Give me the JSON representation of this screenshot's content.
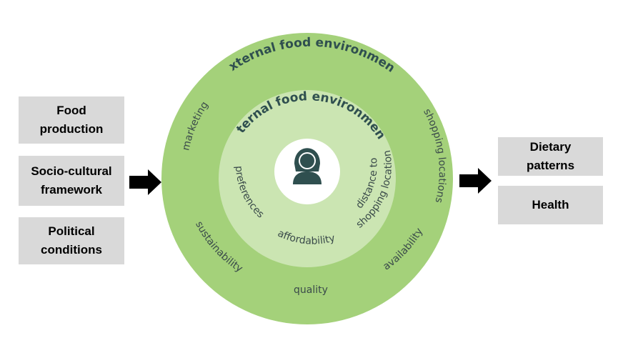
{
  "inputs": [
    {
      "label": "Food\nproduction"
    },
    {
      "label": "Socio-cultural\nframework"
    },
    {
      "label": "Political\nconditions"
    }
  ],
  "outputs": [
    {
      "label": "Dietary\npatterns"
    },
    {
      "label": "Health"
    }
  ],
  "outer_ring": {
    "title": "External food environment",
    "factors": {
      "marketing": "marketing",
      "shopping_locations": "shopping locations",
      "availability": "availability",
      "quality": "quality",
      "sustainability": "sustainability"
    }
  },
  "inner_ring": {
    "title": "Internal food environment",
    "factors": {
      "preferences": "preferences",
      "affordability": "affordability",
      "distance_line1": "distance to",
      "distance_line2": "shopping location"
    }
  },
  "center": {
    "icon": "person-icon"
  },
  "colors": {
    "outer_ring": "#a4d17a",
    "inner_ring": "#cbe5b2",
    "center": "#ffffff",
    "person": "#2f4f4f",
    "box": "#d9d9d9",
    "arrow": "#000000"
  }
}
